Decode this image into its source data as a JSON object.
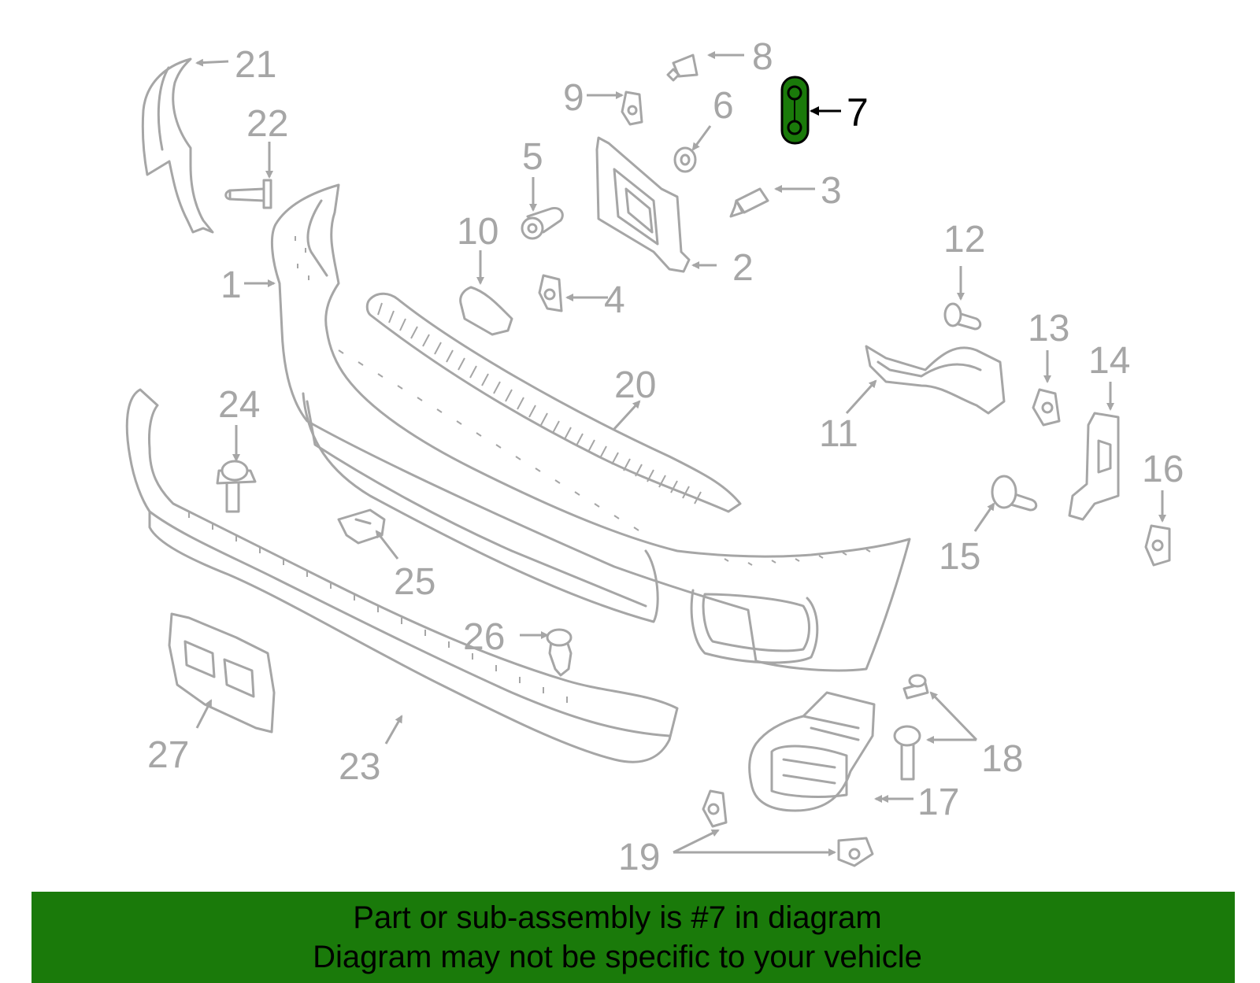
{
  "colors": {
    "highlight": "#1a7a0a",
    "banner_bg": "#1a7a0a",
    "part_stroke": "#a6a6a6",
    "callout_text": "#a6a6a6",
    "highlight_text": "#000000"
  },
  "highlighted_part": "7",
  "callouts": {
    "c1": "1",
    "c2": "2",
    "c3": "3",
    "c4": "4",
    "c5": "5",
    "c6": "6",
    "c7": "7",
    "c8": "8",
    "c9": "9",
    "c10": "10",
    "c11": "11",
    "c12": "12",
    "c13": "13",
    "c14": "14",
    "c15": "15",
    "c16": "16",
    "c17": "17",
    "c18": "18",
    "c19": "19",
    "c20": "20",
    "c21": "21",
    "c22": "22",
    "c23": "23",
    "c24": "24",
    "c25": "25",
    "c26": "26",
    "c27": "27"
  },
  "banner": {
    "line1": "Part or sub-assembly is #7 in diagram",
    "line2": "Diagram may not be specific to your vehicle"
  }
}
